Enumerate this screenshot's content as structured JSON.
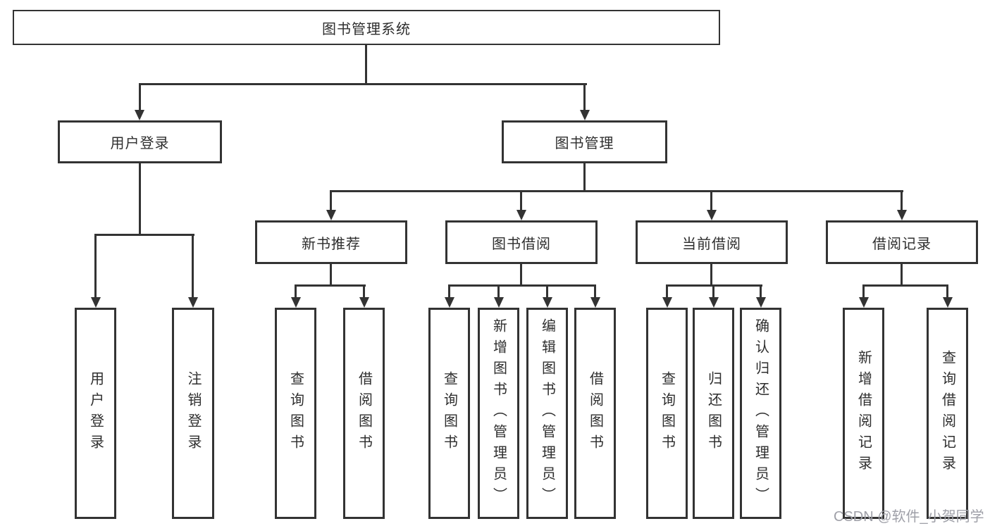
{
  "diagram": {
    "root": {
      "label": "图书管理系统"
    },
    "level2": [
      {
        "label": "用户登录"
      },
      {
        "label": "图书管理"
      }
    ],
    "level3": [
      {
        "label": "新书推荐"
      },
      {
        "label": "图书借阅"
      },
      {
        "label": "当前借阅"
      },
      {
        "label": "借阅记录"
      }
    ],
    "leaves": {
      "user_login": [
        {
          "label": "用户登录"
        },
        {
          "label": "注销登录"
        }
      ],
      "new_book": [
        {
          "label": "查询图书"
        },
        {
          "label": "借阅图书"
        }
      ],
      "book_borrow": [
        {
          "label": "查询图书"
        },
        {
          "label": "新增图书（管理员）"
        },
        {
          "label": "编辑图书（管理员）"
        },
        {
          "label": "借阅图书"
        }
      ],
      "current_borrow": [
        {
          "label": "查询图书"
        },
        {
          "label": "归还图书"
        },
        {
          "label": "确认归还（管理员）"
        }
      ],
      "records": [
        {
          "label": "新增借阅记录"
        },
        {
          "label": "查询借阅记录"
        }
      ]
    }
  },
  "watermark": {
    "text": "CSDN @软件_小贺同学"
  },
  "colors": {
    "line": "#333333",
    "text": "#2e2e2e",
    "box_background": "#ffffff",
    "watermark": "#9fa0a8",
    "background": "#ffffff"
  }
}
